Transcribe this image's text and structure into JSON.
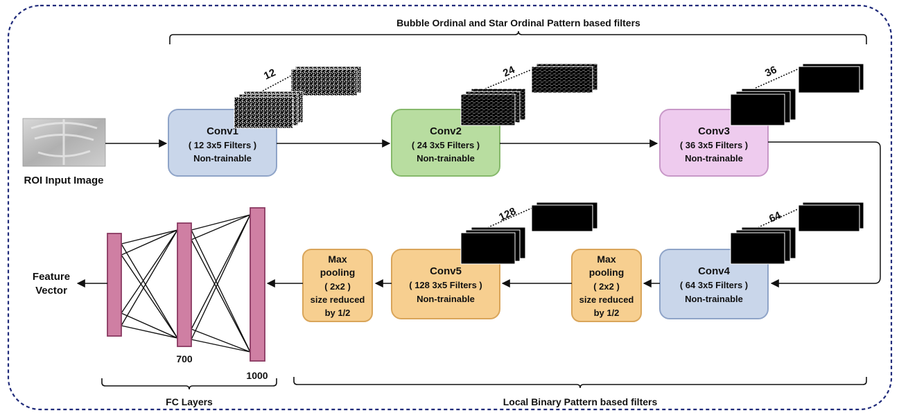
{
  "colors": {
    "frame": "#1f2a7a",
    "conv_blue_fill": "#c9d6ea",
    "conv_blue_stroke": "#8fa4c8",
    "conv_green_fill": "#b8dda0",
    "conv_green_stroke": "#86b96b",
    "conv_pink_fill": "#eecbee",
    "conv_pink_stroke": "#c898c8",
    "conv_orange_fill": "#f7cf90",
    "conv_orange_stroke": "#d9a55a",
    "fc_fill": "#cf7fa3",
    "fc_stroke": "#8a3a62"
  },
  "labels": {
    "top_brace": "Bubble Ordinal and Star Ordinal Pattern based filters",
    "bottom_brace_right": "Local Binary Pattern based filters",
    "bottom_brace_left": "FC Layers",
    "input": "ROI Input Image",
    "output_line1": "Feature",
    "output_line2": "Vector",
    "fc_700": "700",
    "fc_1000": "1000"
  },
  "conv1": {
    "title": "Conv1",
    "filters": "( 12 3x5 Filters )",
    "trainable": "Non-trainable",
    "count": "12"
  },
  "conv2": {
    "title": "Conv2",
    "filters": "( 24 3x5 Filters )",
    "trainable": "Non-trainable",
    "count": "24"
  },
  "conv3": {
    "title": "Conv3",
    "filters": "( 36 3x5 Filters )",
    "trainable": "Non-trainable",
    "count": "36"
  },
  "conv4": {
    "title": "Conv4",
    "filters": "( 64 3x5 Filters )",
    "trainable": "Non-trainable",
    "count": "64"
  },
  "conv5": {
    "title": "Conv5",
    "filters": "( 128 3x5 Filters )",
    "trainable": "Non-trainable",
    "count": "128"
  },
  "pool1": {
    "line1": "Max",
    "line2": "pooling",
    "line3": "( 2x2 )",
    "line4": "size reduced",
    "line5": "by 1/2"
  },
  "pool2": {
    "line1": "Max",
    "line2": "pooling",
    "line3": "( 2x2 )",
    "line4": "size reduced",
    "line5": "by 1/2"
  }
}
